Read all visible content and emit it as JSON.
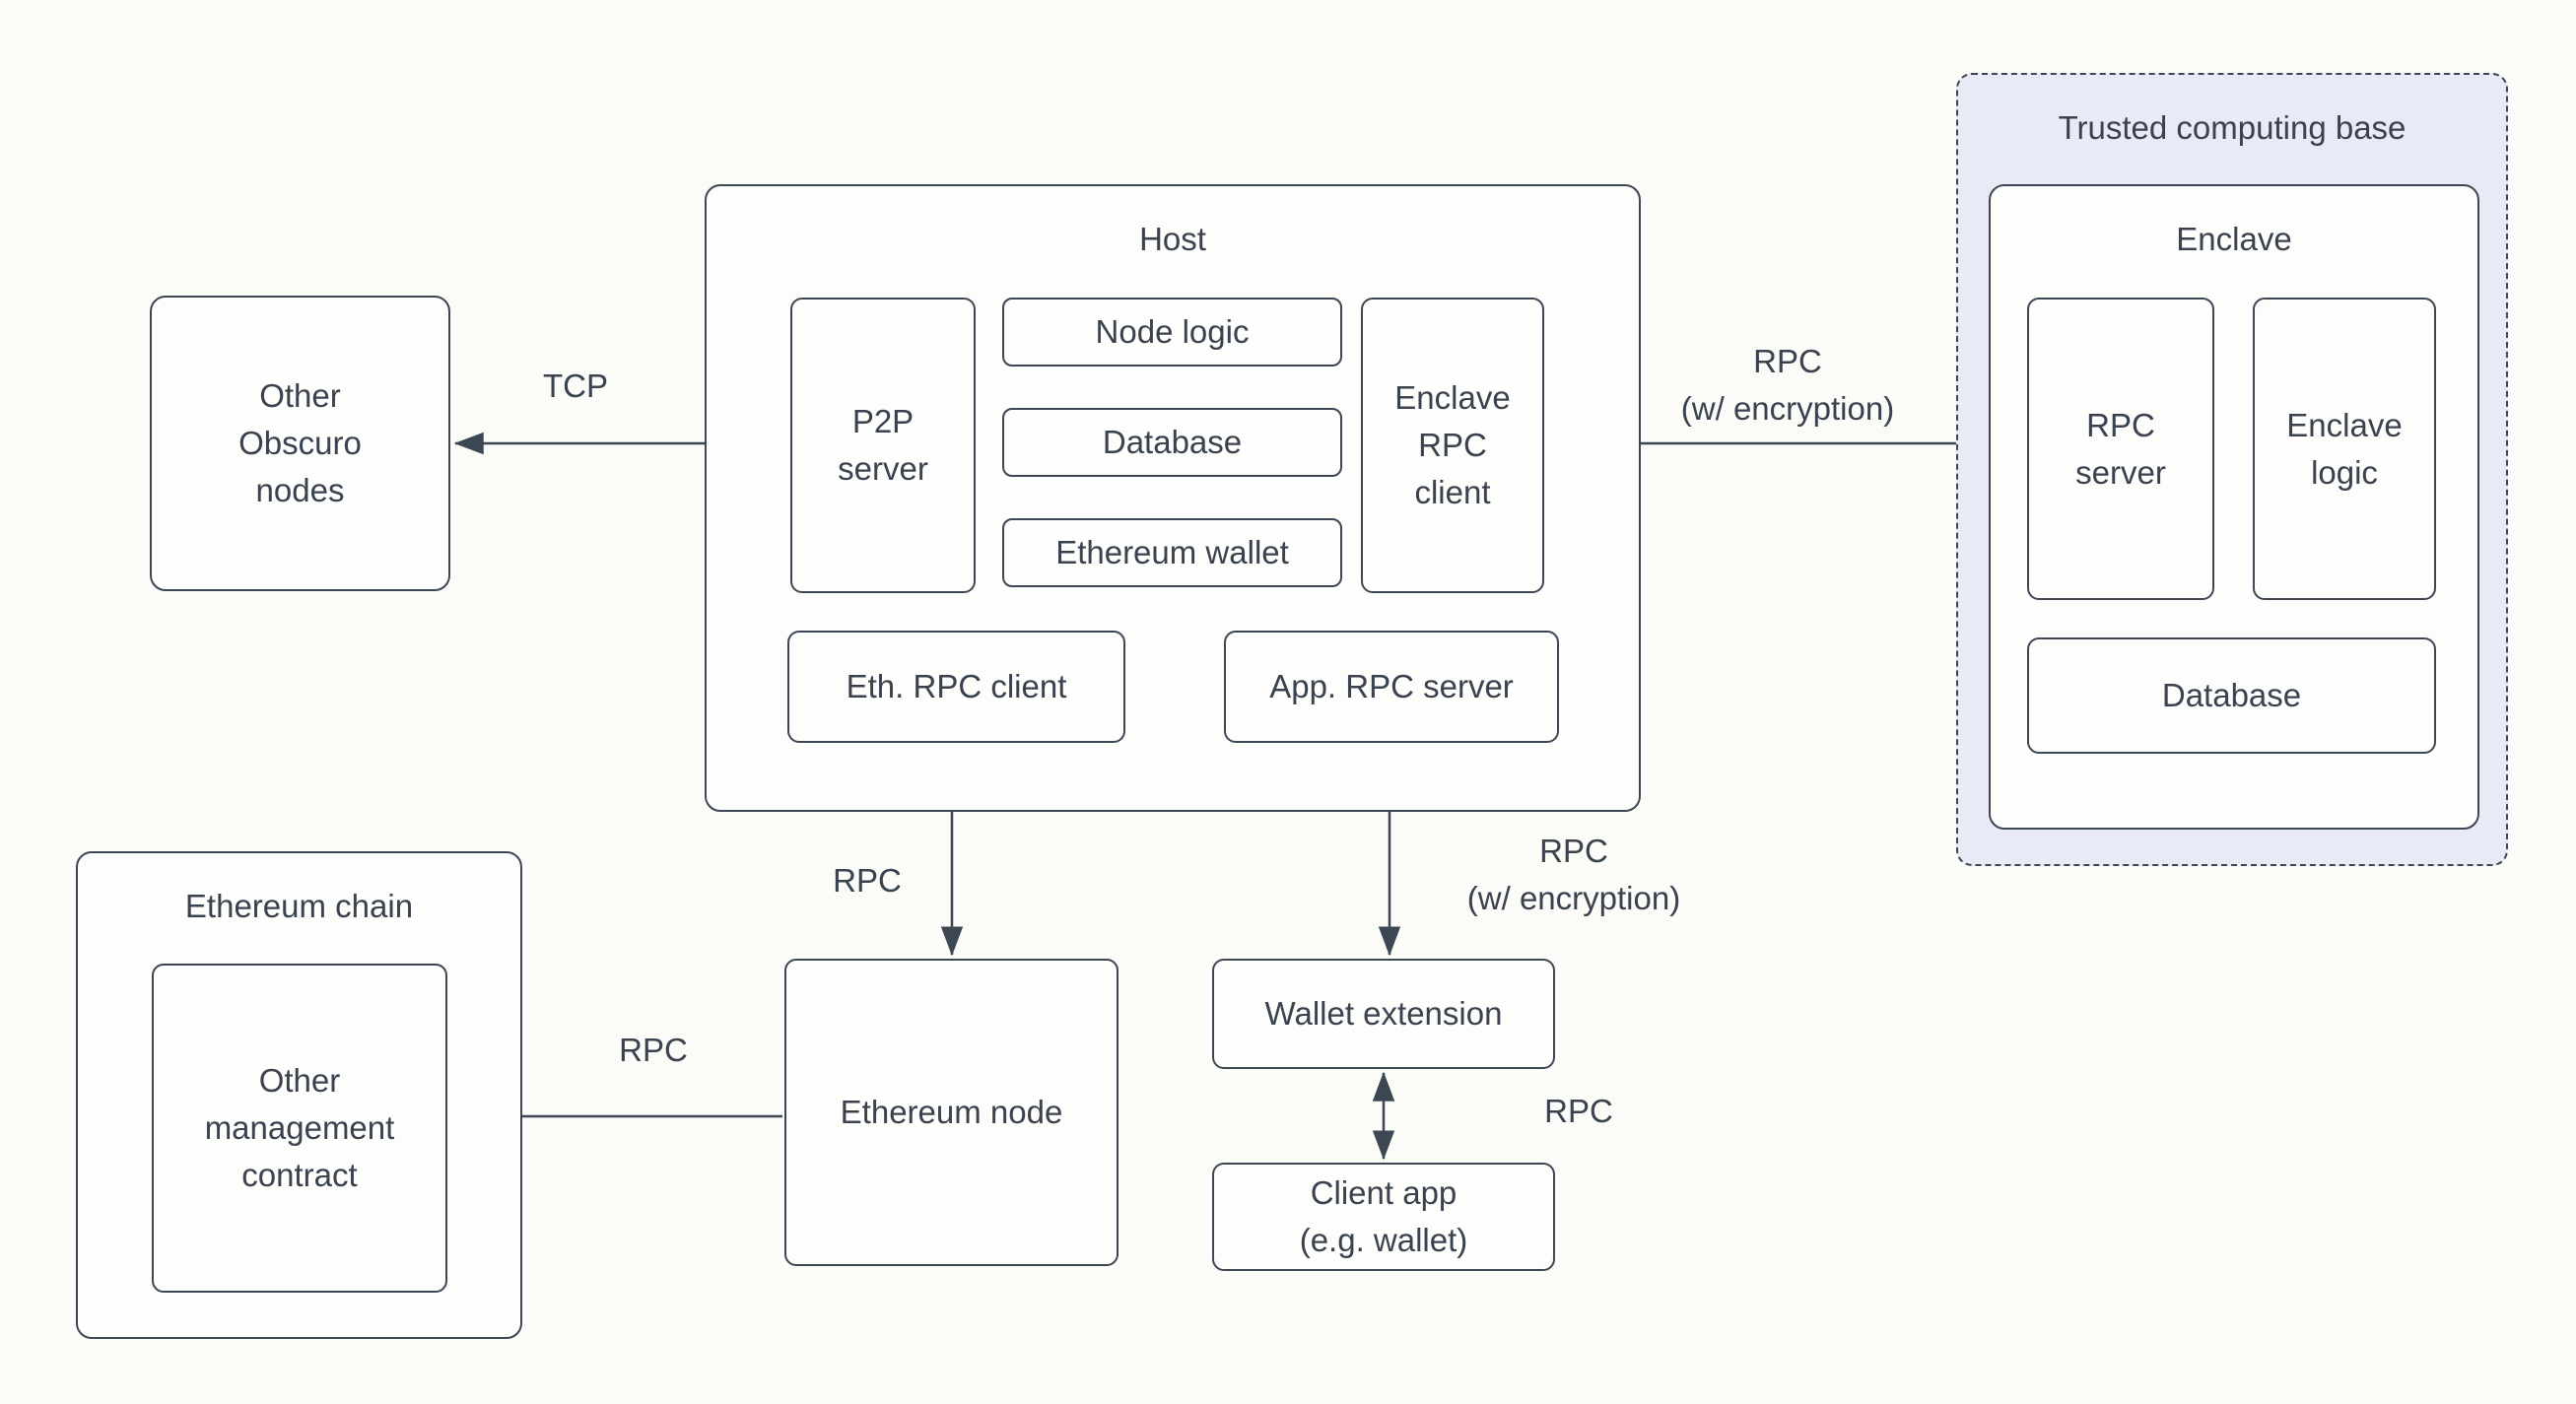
{
  "theme": {
    "background": "#fbfbf8",
    "box_fill": "#fdfdfc",
    "tcb_fill": "#e8eaf6",
    "stroke": "#3d4653",
    "text": "#3a424f"
  },
  "nodes": {
    "other_obscuro_nodes": {
      "label": "Other\nObscuro\nnodes"
    },
    "host": {
      "title": "Host"
    },
    "p2p_server": {
      "label": "P2P\nserver"
    },
    "node_logic": {
      "label": "Node logic"
    },
    "database_host": {
      "label": "Database"
    },
    "ethereum_wallet": {
      "label": "Ethereum wallet"
    },
    "enclave_rpc_client": {
      "label": "Enclave\nRPC\nclient"
    },
    "eth_rpc_client": {
      "label": "Eth. RPC client"
    },
    "app_rpc_server": {
      "label": "App. RPC server"
    },
    "trusted_computing_base": {
      "title": "Trusted computing base"
    },
    "enclave": {
      "title": "Enclave"
    },
    "rpc_server": {
      "label": "RPC\nserver"
    },
    "enclave_logic": {
      "label": "Enclave\nlogic"
    },
    "database_enclave": {
      "label": "Database"
    },
    "ethereum_chain": {
      "title": "Ethereum chain"
    },
    "other_management_contract": {
      "label": "Other\nmanagement\ncontract"
    },
    "ethereum_node": {
      "label": "Ethereum node"
    },
    "wallet_extension": {
      "label": "Wallet extension"
    },
    "client_app": {
      "label": "Client app\n(e.g. wallet)"
    }
  },
  "edges": {
    "tcp": {
      "label": "TCP"
    },
    "host_enclave": {
      "label": "RPC\n(w/ encryption)"
    },
    "eth_rpc": {
      "label": "RPC"
    },
    "app_rpc": {
      "label": "RPC\n(w/ encryption)"
    },
    "wallet_client": {
      "label": "RPC"
    },
    "node_contract": {
      "label": "RPC"
    }
  }
}
